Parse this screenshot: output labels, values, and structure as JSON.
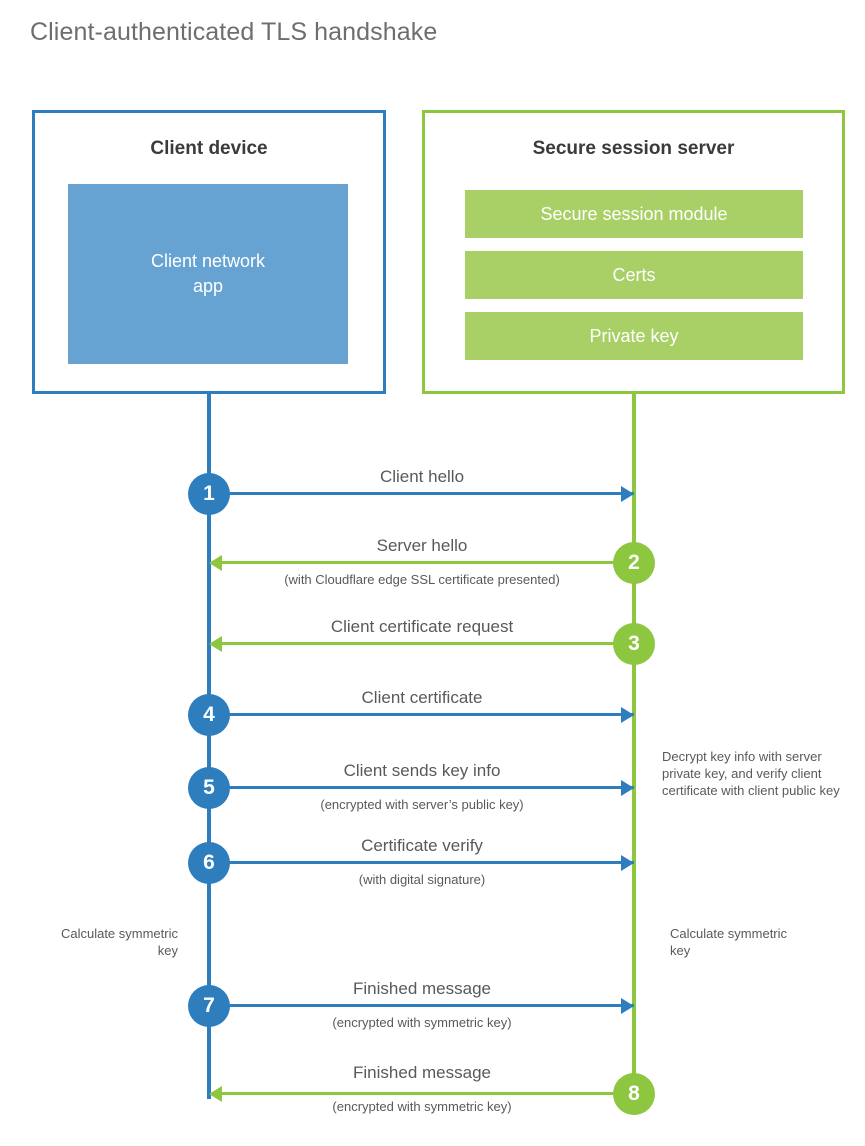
{
  "title": "Client-authenticated TLS handshake",
  "colors": {
    "blue": "#2E7DBD",
    "blue_fill": "#66A3D2",
    "green": "#8DC63F",
    "green_fill": "#A9D066",
    "text": "#58595b",
    "title_text": "#6d6e71"
  },
  "actors": {
    "client": {
      "title": "Client device",
      "app_label": "Client network\napp"
    },
    "server": {
      "title": "Secure session server",
      "bars": [
        "Secure session module",
        "Certs",
        "Private key"
      ]
    }
  },
  "steps": [
    {
      "number": "1",
      "label": "Client hello",
      "sub": "",
      "direction": "right",
      "side": "client"
    },
    {
      "number": "2",
      "label": "Server hello",
      "sub": "(with Cloudflare edge SSL certificate presented)",
      "direction": "left",
      "side": "server"
    },
    {
      "number": "3",
      "label": "Client certificate request",
      "sub": "",
      "direction": "left",
      "side": "server"
    },
    {
      "number": "4",
      "label": "Client certificate",
      "sub": "",
      "direction": "right",
      "side": "client"
    },
    {
      "number": "5",
      "label": "Client sends key info",
      "sub": "(encrypted with server’s public key)",
      "direction": "right",
      "side": "client"
    },
    {
      "number": "6",
      "label": "Certificate verify",
      "sub": "(with digital signature)",
      "direction": "right",
      "side": "client"
    },
    {
      "number": "7",
      "label": "Finished message",
      "sub": "(encrypted with symmetric key)",
      "direction": "right",
      "side": "client"
    },
    {
      "number": "8",
      "label": "Finished message",
      "sub": "(encrypted with symmetric key)",
      "direction": "left",
      "side": "server"
    }
  ],
  "notes": {
    "server_decrypt": "Decrypt key info with server private key, and verify client certificate with client public key",
    "client_calculate": "Calculate symmetric key",
    "server_calculate": "Calculate symmetric key"
  }
}
